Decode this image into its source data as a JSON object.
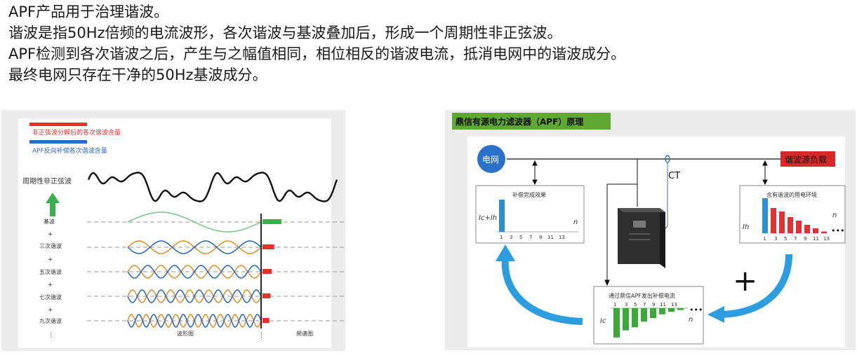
{
  "intro": {
    "lines": [
      "APF产品用于治理谐波。",
      "谐波是指50Hz倍频的电流波形，各次谐波与基波叠加后，形成一个周期性非正弦波。",
      "APF检测到各次谐波之后，产生与之幅值相同，相位相反的谐波电流，抵消电网中的谐波成分。",
      "最终电网只存在干净的50Hz基波成分。"
    ]
  },
  "left_diagram": {
    "legend_red": "非正弦波分解后的各次谐波含量",
    "legend_blue": "APF反向补偿各次谐波含量",
    "waveform_label": "周期性非正弦波",
    "rows": [
      "基波",
      "三次谐波",
      "五次谐波",
      "七次谐波",
      "九次谐波"
    ],
    "plus": "+",
    "dots": "⋮",
    "waveform_axis": "波形图",
    "spectrum_axis": "频谱图",
    "spectrum_levels": [
      1.0,
      0.62,
      0.48,
      0.42,
      0.36
    ],
    "colors": {
      "red": "#e8302b",
      "blue": "#2b6cc4",
      "green": "#3ab04a",
      "orange": "#e8902b",
      "fundamental": "#7cc98a"
    }
  },
  "right_diagram": {
    "title": "鼎信有源电力滤波器（APF）原理",
    "grid_label": "电网",
    "load_label": "谐波源负载",
    "ct_label": "CT",
    "compensated_title": "补偿完成效果",
    "compensated_ylabel": "Ic+Ih",
    "harmonic_title": "含有谐波的用电环境",
    "harmonic_ylabel": "Ih",
    "apf_title": "通过鼎信APF发出补偿电流",
    "apf_ylabel": "Ic",
    "n_label": "n",
    "orders": [
      "1",
      "3",
      "5",
      "7",
      "9",
      "11",
      "13"
    ],
    "harmonic_levels": [
      1.0,
      0.72,
      0.62,
      0.46,
      0.36,
      0.24,
      0.14,
      0.05
    ],
    "apf_levels": [
      0.95,
      0.72,
      0.62,
      0.44,
      0.32,
      0.2,
      0.12,
      0.06
    ],
    "plus_sign": "+",
    "ellipsis": "•••",
    "colors": {
      "title_bg": "#5fa832",
      "grid_blue": "#2b70c9",
      "load_red": "#d8282a",
      "bar_blue": "#2b8fd8",
      "bar_red": "#e33030",
      "bar_green": "#3aa93a",
      "arrow": "#2c9ee0"
    }
  }
}
